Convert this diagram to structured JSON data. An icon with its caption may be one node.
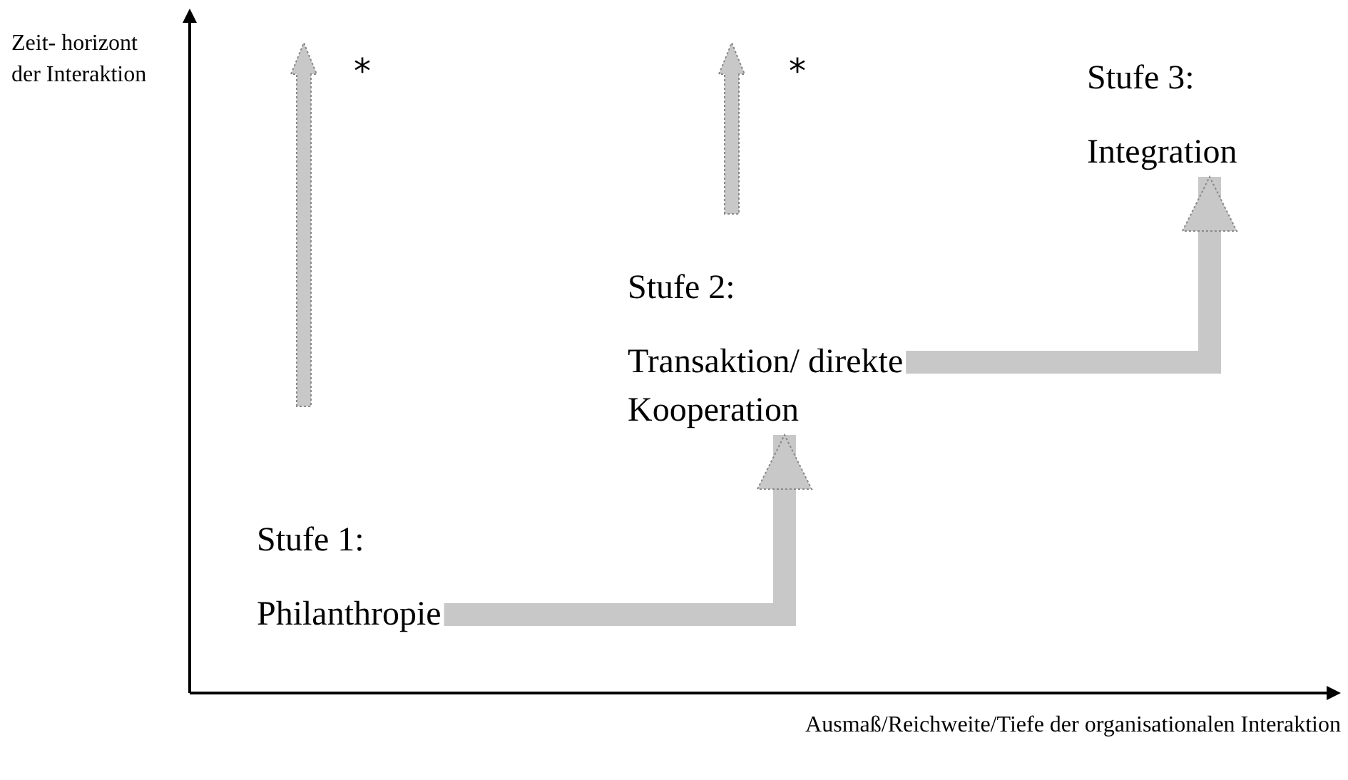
{
  "diagram": {
    "nodes": [
      {
        "text": [
          "Stufe 1:",
          "Philanthropie"
        ]
      },
      {
        "text": [
          "Stufe 2:",
          "Transaktion/ direkte Kooperation"
        ]
      },
      {
        "text": [
          "Stufe 3:",
          "Integration"
        ]
      }
    ],
    "edges": [
      {
        "from": 0,
        "to": 1,
        "arrow": "to"
      },
      {
        "from": 1,
        "to": 2,
        "arrow": "to"
      }
    ],
    "labels": [
      "Zeit- horizont der Interaktion",
      "*",
      "*",
      "Ausmaß/Reichweite/Tiefe der organisationalen Interaktion"
    ]
  }
}
